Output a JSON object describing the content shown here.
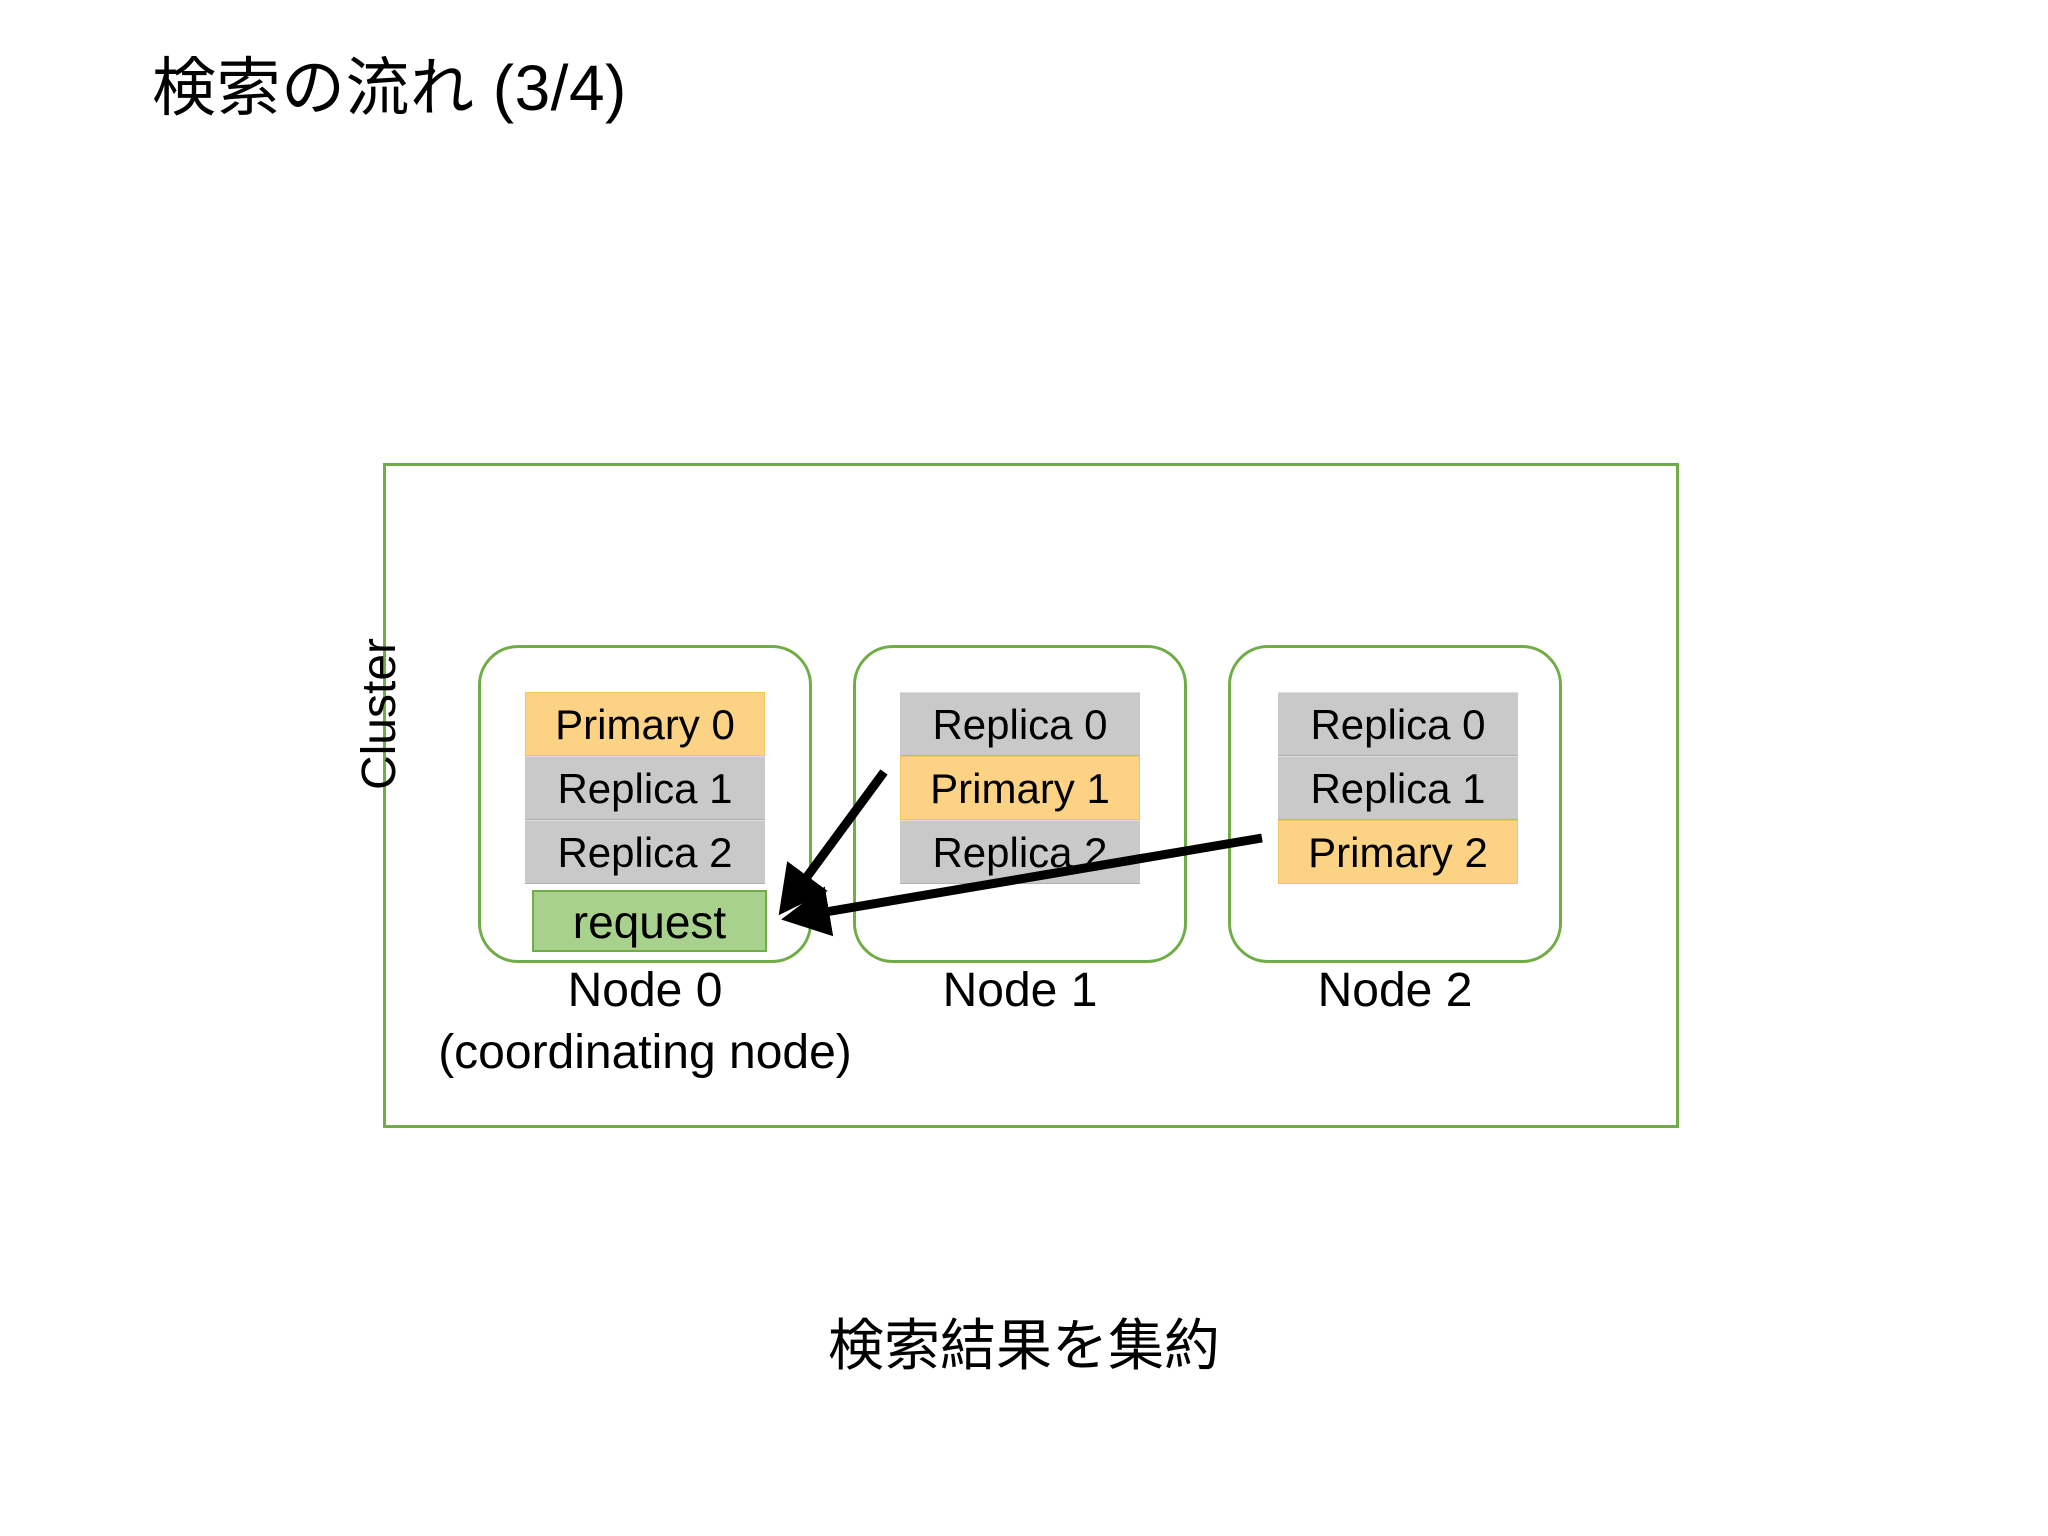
{
  "slide": {
    "title": "検索の流れ (3/4)",
    "caption": "検索結果を集約"
  },
  "cluster": {
    "label": "Cluster",
    "border_color": "#70AD47"
  },
  "colors": {
    "primary_fill": "#FCD384",
    "primary_border": "#F3C461",
    "replica_fill": "#C9C9C9",
    "request_fill": "#A9D18E",
    "request_border": "#70AD47",
    "node_border": "#70AD47",
    "arrow": "#000000",
    "text": "#000000",
    "background": "#FFFFFF"
  },
  "nodes": [
    {
      "label": "Node 0",
      "sublabel": "(coordinating node)",
      "shards": [
        {
          "label": "Primary 0",
          "kind": "primary"
        },
        {
          "label": "Replica 1",
          "kind": "replica"
        },
        {
          "label": "Replica 2",
          "kind": "replica"
        }
      ]
    },
    {
      "label": "Node 1",
      "sublabel": "",
      "shards": [
        {
          "label": "Replica 0",
          "kind": "replica"
        },
        {
          "label": "Primary 1",
          "kind": "primary"
        },
        {
          "label": "Replica 2",
          "kind": "replica"
        }
      ]
    },
    {
      "label": "Node 2",
      "sublabel": "",
      "shards": [
        {
          "label": "Replica 0",
          "kind": "replica"
        },
        {
          "label": "Replica 1",
          "kind": "replica"
        },
        {
          "label": "Primary 2",
          "kind": "primary"
        }
      ]
    }
  ],
  "request": {
    "label": "request"
  },
  "arrows": [
    {
      "name": "arrow-from-node1-to-request",
      "from": "Primary 1 (Node 1)",
      "to": "request (Node 0)"
    },
    {
      "name": "arrow-from-node2-to-request",
      "from": "Primary 2 (Node 2)",
      "to": "request (Node 0)"
    }
  ]
}
